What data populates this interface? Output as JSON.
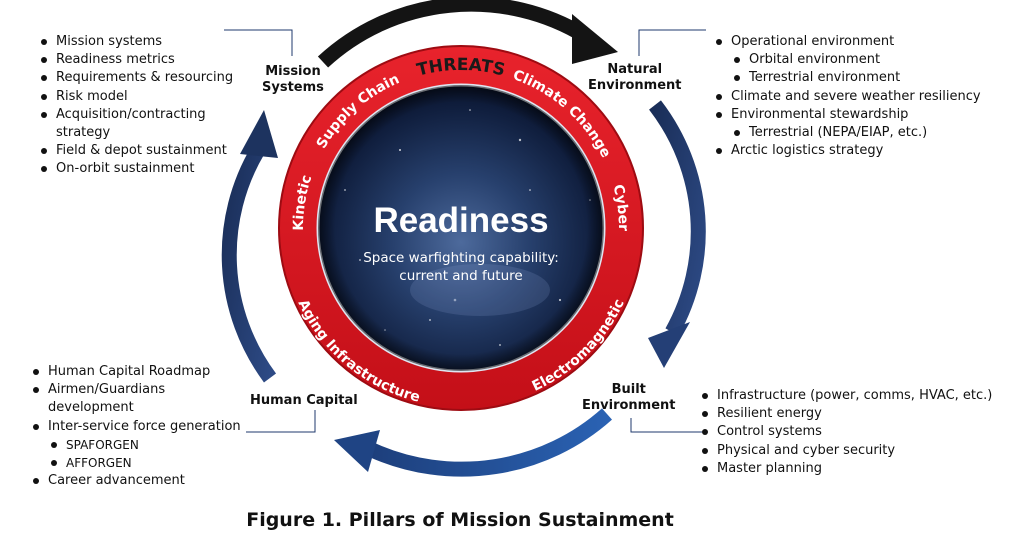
{
  "center": {
    "title": "Readiness",
    "subtitle_line1": "Space warfighting capability:",
    "subtitle_line2": "current and future"
  },
  "threats": {
    "title": "THREATS",
    "items": {
      "supply_chain": "Supply Chain",
      "climate_change": "Climate Change",
      "cyber": "Cyber",
      "aging_infrastructure": "Aging Infrastructure",
      "electromagnetic": "Electromagnetic",
      "kinetic": "Kinetic"
    }
  },
  "pillars": {
    "mission_systems": {
      "label_line1": "Mission",
      "label_line2": "Systems",
      "items": [
        "Mission systems",
        "Readiness metrics",
        "Requirements & resourcing",
        "Risk model",
        "Acquisition/contracting",
        "strategy",
        "Field & depot sustainment",
        "On-orbit sustainment"
      ]
    },
    "natural_environment": {
      "label_line1": "Natural",
      "label_line2": "Environment",
      "items": [
        "Operational environment",
        "Orbital environment",
        "Terrestrial environment",
        "Climate and severe weather resiliency",
        "Environmental stewardship",
        "Terrestrial (NEPA/EIAP, etc.)",
        "Arctic logistics strategy"
      ]
    },
    "human_capital": {
      "label": "Human Capital",
      "items": [
        "Human Capital Roadmap",
        "Airmen/Guardians",
        "development",
        "Inter-service force generation",
        "SPAFORGEN",
        "AFFORGEN",
        "Career advancement"
      ]
    },
    "built_environment": {
      "label_line1": "Built",
      "label_line2": "Environment",
      "items": [
        "Infrastructure (power, comms, HVAC, etc.)",
        "Resilient energy",
        "Control systems",
        "Physical and cyber security",
        "Master planning"
      ]
    }
  },
  "caption": "Figure 1. Pillars of Mission Sustainment",
  "colors": {
    "ring_red": "#d9141e",
    "arrow_black": "#141414",
    "arrow_navy": "#1d3461",
    "arrow_blue": "#2e5fa6",
    "leader_line": "#1f3a6e"
  }
}
